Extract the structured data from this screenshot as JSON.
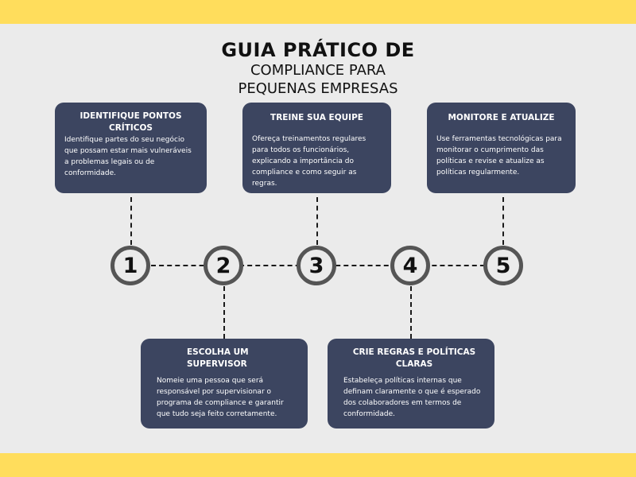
{
  "title": {
    "line1": "GUIA PRÁTICO DE",
    "line2": "COMPLIANCE PARA",
    "line3": "PEQUENAS EMPRESAS"
  },
  "colors": {
    "band": "#ffdd5c",
    "background": "#ebebeb",
    "card": "#3c4560",
    "circle_border": "#555555"
  },
  "steps": [
    {
      "number": "1",
      "heading": "IDENTIFIQUE PONTOS CRÍTICOS",
      "text": "Identifique partes do seu negócio que possam estar mais vulneráveis a problemas legais ou de conformidade."
    },
    {
      "number": "2",
      "heading": "ESCOLHA UM SUPERVISOR",
      "text": "Nomeie uma pessoa que será responsável por supervisionar o programa de compliance e garantir que tudo seja feito corretamente."
    },
    {
      "number": "3",
      "heading": "TREINE SUA EQUIPE",
      "text": "Ofereça treinamentos regulares para todos os funcionários, explicando a importância do compliance e como seguir as regras."
    },
    {
      "number": "4",
      "heading": "CRIE REGRAS E POLÍTICAS CLARAS",
      "text": "Estabeleça políticas internas que definam claramente o que é esperado dos colaboradores em termos de conformidade."
    },
    {
      "number": "5",
      "heading": "MONITORE E ATUALIZE",
      "text": "Use ferramentas tecnológicas para monitorar o cumprimento das políticas e revise e atualize as políticas regularmente."
    }
  ]
}
